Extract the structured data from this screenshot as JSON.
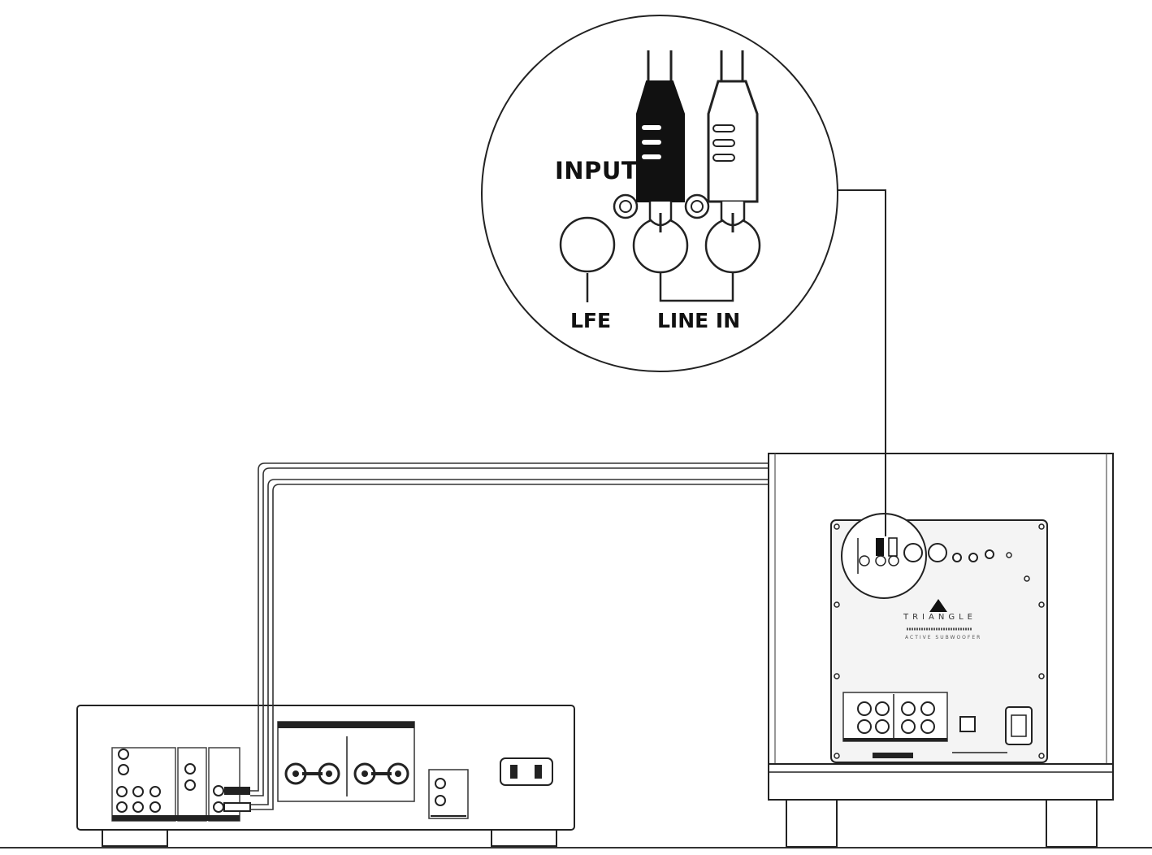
{
  "diagram": {
    "zoom_labels": {
      "input": "INPUT",
      "lfe": "LFE",
      "line_in": "LINE IN"
    },
    "subwoofer_panel": {
      "brand": "TRIANGLE",
      "subtitle": "ACTIVE SUBWOOFER"
    },
    "colors": {
      "line": "#222222",
      "fill": "#ffffff",
      "plug_dark": "#111111",
      "panel": "#f4f4f4"
    }
  }
}
